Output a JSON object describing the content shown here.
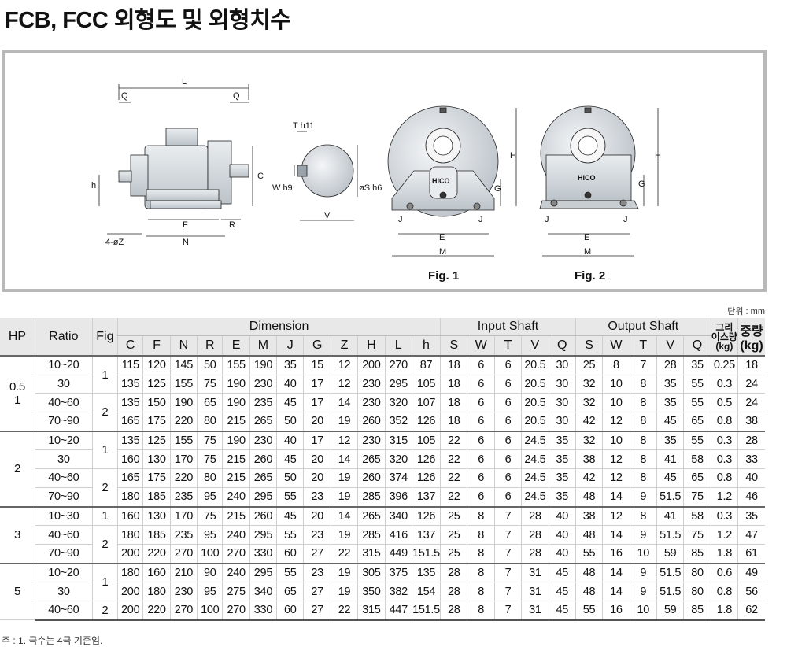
{
  "title": "FCB, FCC 외형도 및 외형치수",
  "figure": {
    "fig1_caption": "Fig. 1",
    "fig2_caption": "Fig. 2",
    "brand_mark": "HICO",
    "dims": {
      "L": "L",
      "Q": "Q",
      "h": "h",
      "F": "F",
      "R": "R",
      "N": "N",
      "C": "C",
      "Z": "4-øZ",
      "T": "T h11",
      "W": "W h9",
      "S": "øS h6",
      "V": "V",
      "H": "H",
      "G": "G",
      "J": "J",
      "E": "E",
      "M": "M"
    }
  },
  "unit_note": "단위 : mm",
  "table": {
    "headers": {
      "hp": "HP",
      "ratio": "Ratio",
      "fig": "Fig",
      "dimension": "Dimension",
      "input_shaft": "Input Shaft",
      "output_shaft": "Output Shaft",
      "grease_1": "그리",
      "grease_2": "이스량",
      "grease_3": "(kg)",
      "weight_1": "중량",
      "weight_2": "(kg)",
      "dim_cols": [
        "C",
        "F",
        "N",
        "R",
        "E",
        "M",
        "J",
        "G",
        "Z",
        "H",
        "L",
        "h"
      ],
      "in_cols": [
        "S",
        "W",
        "T",
        "V",
        "Q"
      ],
      "out_cols": [
        "S",
        "W",
        "T",
        "V",
        "Q"
      ]
    },
    "groups": [
      {
        "hp_1": "0.5",
        "hp_2": "1",
        "rows": [
          {
            "ratio": "10~20",
            "fig": "1",
            "v": [
              "115",
              "120",
              "145",
              "50",
              "155",
              "190",
              "35",
              "15",
              "12",
              "200",
              "270",
              "87",
              "18",
              "6",
              "6",
              "20.5",
              "30",
              "25",
              "8",
              "7",
              "28",
              "35",
              "0.25",
              "18"
            ]
          },
          {
            "ratio": "30",
            "fig": "",
            "v": [
              "135",
              "125",
              "155",
              "75",
              "190",
              "230",
              "40",
              "17",
              "12",
              "230",
              "295",
              "105",
              "18",
              "6",
              "6",
              "20.5",
              "30",
              "32",
              "10",
              "8",
              "35",
              "55",
              "0.3",
              "24"
            ]
          },
          {
            "ratio": "40~60",
            "fig": "2",
            "v": [
              "135",
              "150",
              "190",
              "65",
              "190",
              "235",
              "45",
              "17",
              "14",
              "230",
              "320",
              "107",
              "18",
              "6",
              "6",
              "20.5",
              "30",
              "32",
              "10",
              "8",
              "35",
              "55",
              "0.5",
              "24"
            ]
          },
          {
            "ratio": "70~90",
            "fig": "",
            "v": [
              "165",
              "175",
              "220",
              "80",
              "215",
              "265",
              "50",
              "20",
              "19",
              "260",
              "352",
              "126",
              "18",
              "6",
              "6",
              "20.5",
              "30",
              "42",
              "12",
              "8",
              "45",
              "65",
              "0.8",
              "38"
            ]
          }
        ]
      },
      {
        "hp_1": "2",
        "hp_2": "",
        "rows": [
          {
            "ratio": "10~20",
            "fig": "1",
            "v": [
              "135",
              "125",
              "155",
              "75",
              "190",
              "230",
              "40",
              "17",
              "12",
              "230",
              "315",
              "105",
              "22",
              "6",
              "6",
              "24.5",
              "35",
              "32",
              "10",
              "8",
              "35",
              "55",
              "0.3",
              "28"
            ]
          },
          {
            "ratio": "30",
            "fig": "",
            "v": [
              "160",
              "130",
              "170",
              "75",
              "215",
              "260",
              "45",
              "20",
              "14",
              "265",
              "320",
              "126",
              "22",
              "6",
              "6",
              "24.5",
              "35",
              "38",
              "12",
              "8",
              "41",
              "58",
              "0.3",
              "33"
            ]
          },
          {
            "ratio": "40~60",
            "fig": "2",
            "v": [
              "165",
              "175",
              "220",
              "80",
              "215",
              "265",
              "50",
              "20",
              "19",
              "260",
              "374",
              "126",
              "22",
              "6",
              "6",
              "24.5",
              "35",
              "42",
              "12",
              "8",
              "45",
              "65",
              "0.8",
              "40"
            ]
          },
          {
            "ratio": "70~90",
            "fig": "",
            "v": [
              "180",
              "185",
              "235",
              "95",
              "240",
              "295",
              "55",
              "23",
              "19",
              "285",
              "396",
              "137",
              "22",
              "6",
              "6",
              "24.5",
              "35",
              "48",
              "14",
              "9",
              "51.5",
              "75",
              "1.2",
              "46"
            ]
          }
        ]
      },
      {
        "hp_1": "3",
        "hp_2": "",
        "rows": [
          {
            "ratio": "10~30",
            "fig": "1",
            "v": [
              "160",
              "130",
              "170",
              "75",
              "215",
              "260",
              "45",
              "20",
              "14",
              "265",
              "340",
              "126",
              "25",
              "8",
              "7",
              "28",
              "40",
              "38",
              "12",
              "8",
              "41",
              "58",
              "0.3",
              "35"
            ]
          },
          {
            "ratio": "40~60",
            "fig": "2",
            "v": [
              "180",
              "185",
              "235",
              "95",
              "240",
              "295",
              "55",
              "23",
              "19",
              "285",
              "416",
              "137",
              "25",
              "8",
              "7",
              "28",
              "40",
              "48",
              "14",
              "9",
              "51.5",
              "75",
              "1.2",
              "47"
            ]
          },
          {
            "ratio": "70~90",
            "fig": "",
            "v": [
              "200",
              "220",
              "270",
              "100",
              "270",
              "330",
              "60",
              "27",
              "22",
              "315",
              "449",
              "151.5",
              "25",
              "8",
              "7",
              "28",
              "40",
              "55",
              "16",
              "10",
              "59",
              "85",
              "1.8",
              "61"
            ]
          }
        ]
      },
      {
        "hp_1": "5",
        "hp_2": "",
        "rows": [
          {
            "ratio": "10~20",
            "fig": "1",
            "v": [
              "180",
              "160",
              "210",
              "90",
              "240",
              "295",
              "55",
              "23",
              "19",
              "305",
              "375",
              "135",
              "28",
              "8",
              "7",
              "31",
              "45",
              "48",
              "14",
              "9",
              "51.5",
              "80",
              "0.6",
              "49"
            ]
          },
          {
            "ratio": "30",
            "fig": "",
            "v": [
              "200",
              "180",
              "230",
              "95",
              "275",
              "340",
              "65",
              "27",
              "19",
              "350",
              "382",
              "154",
              "28",
              "8",
              "7",
              "31",
              "45",
              "48",
              "14",
              "9",
              "51.5",
              "80",
              "0.8",
              "56"
            ]
          },
          {
            "ratio": "40~60",
            "fig": "2",
            "v": [
              "200",
              "220",
              "270",
              "100",
              "270",
              "330",
              "60",
              "27",
              "22",
              "315",
              "447",
              "151.5",
              "28",
              "8",
              "7",
              "31",
              "45",
              "55",
              "16",
              "10",
              "59",
              "85",
              "1.8",
              "62"
            ]
          }
        ]
      }
    ]
  },
  "footnote": "주 : 1. 극수는 4극 기준임."
}
